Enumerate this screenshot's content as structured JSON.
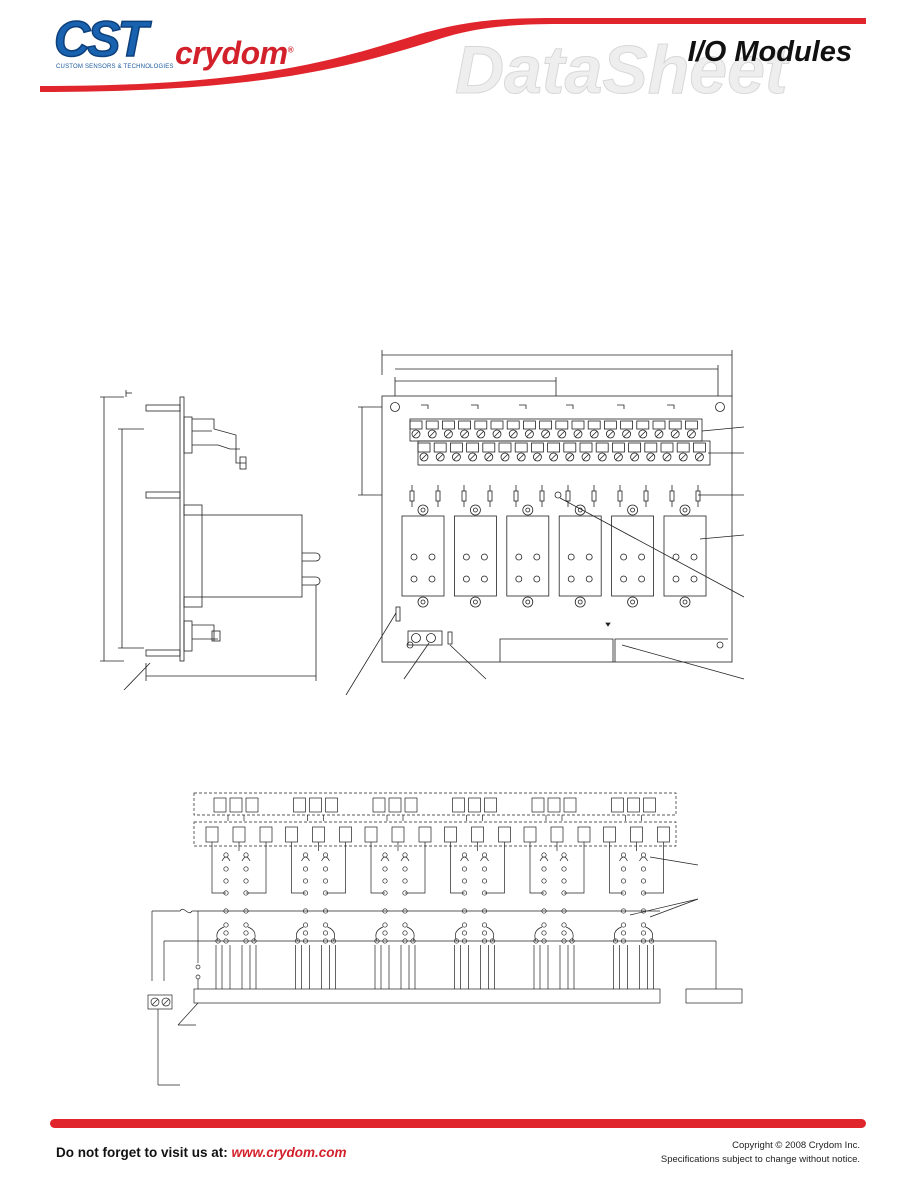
{
  "header": {
    "logo_cst": "CST",
    "logo_tagline": "CUSTOM SENSORS & TECHNOLOGIES",
    "logo_crydom": "crydom",
    "logo_reg": "®",
    "watermark": "DataSheet",
    "title": "I/O Modules",
    "colors": {
      "accent_red": "#d3212b",
      "brand_blue": "#1862b0"
    }
  },
  "footer": {
    "visit_text": "Do not forget to visit us at: ",
    "url": "www.crydom.com",
    "copyright": "Copyright © 2008 Crydom Inc.",
    "notice": "Specifications subject to change without notice."
  }
}
